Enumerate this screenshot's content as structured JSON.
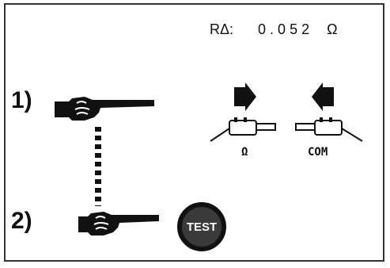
{
  "readout": {
    "label": "RΔ:",
    "value": "0.052",
    "unit": "Ω"
  },
  "steps": {
    "step1": "1)",
    "step2": "2)"
  },
  "test_button": {
    "label": "TEST"
  },
  "probes": {
    "left_label": "Ω",
    "right_label": "COM"
  },
  "icons": [
    "pointing-hand-icon",
    "arrow-right-icon",
    "arrow-left-icon",
    "probe-plug-icon"
  ]
}
